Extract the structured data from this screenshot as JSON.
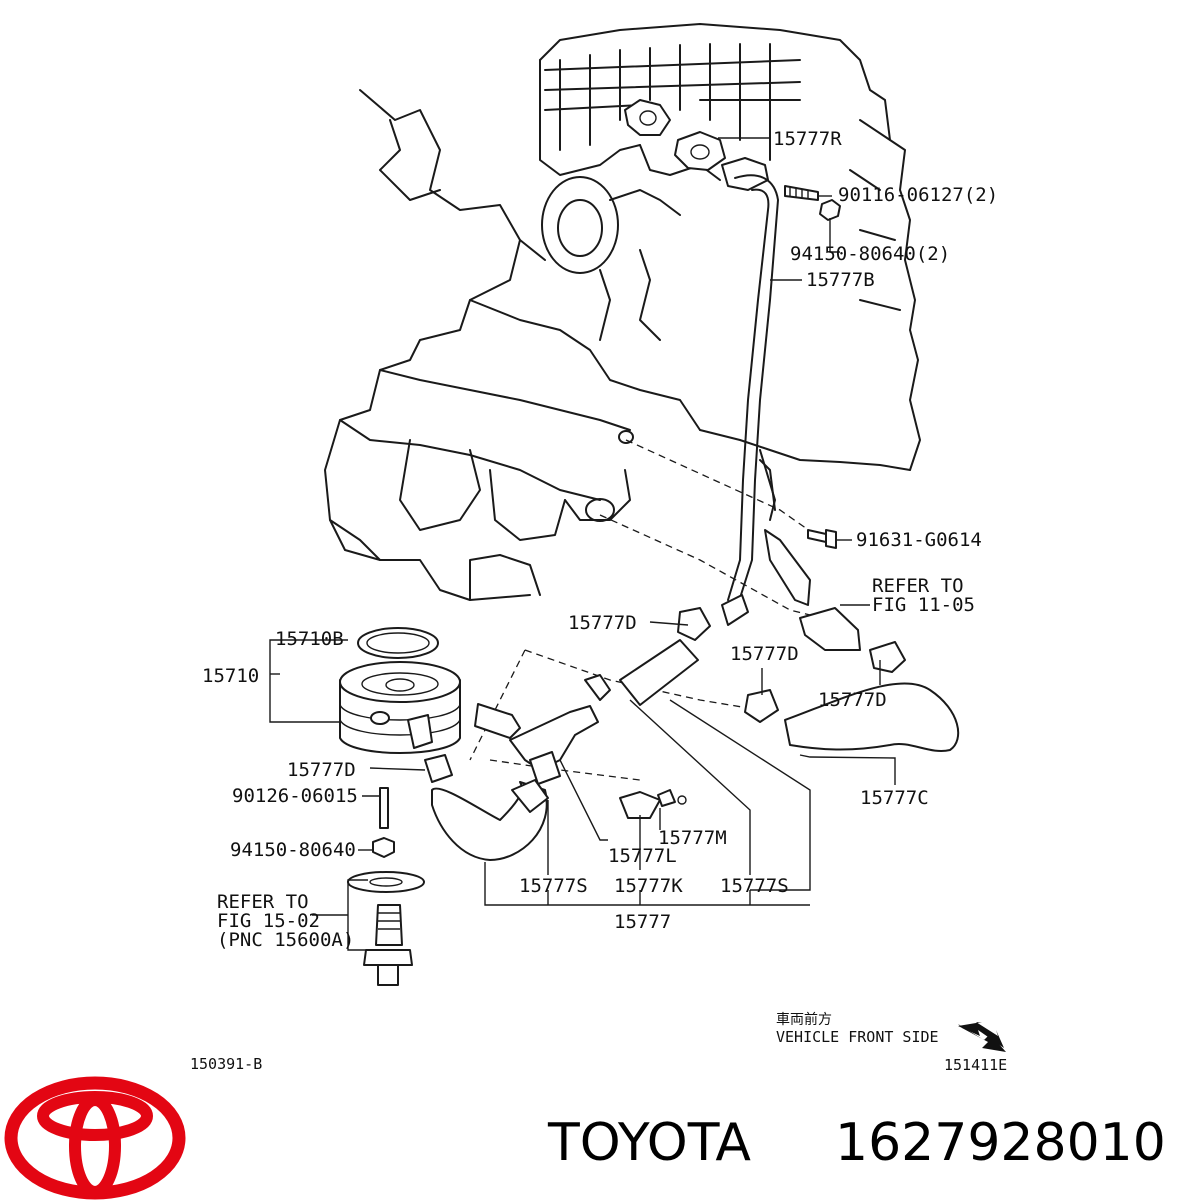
{
  "labels": {
    "p15777R": "15777R",
    "p90116": "90116-06127(2)",
    "p94150a": "94150-80640(2)",
    "p15777B": "15777B",
    "p91631": "91631-G0614",
    "refer_top_1": "REFER TO",
    "refer_top_2": "FIG 11-05",
    "p15777D_1": "15777D",
    "p15777D_2": "15777D",
    "p15777D_3": "15777D",
    "p15777D_4": "15777D",
    "p15710B": "15710B",
    "p15710": "15710",
    "p90126": "90126-06015",
    "p94150b": "94150-80640",
    "refer_bot_1": "REFER TO",
    "refer_bot_2": "FIG 15-02",
    "refer_bot_3": "(PNC 15600A)",
    "p15777M": "15777M",
    "p15777L": "15777L",
    "p15777S_1": "15777S",
    "p15777K": "15777K",
    "p15777S_2": "15777S",
    "p15777": "15777",
    "p15777C": "15777C",
    "fig_left": "150391-B",
    "fig_right": "151411E",
    "front_jp": "車両前方",
    "front_en": "VEHICLE FRONT SIDE"
  },
  "brand": {
    "name": "TOYOTA",
    "part_number": "1627928010",
    "logo_color": "#e30613"
  }
}
